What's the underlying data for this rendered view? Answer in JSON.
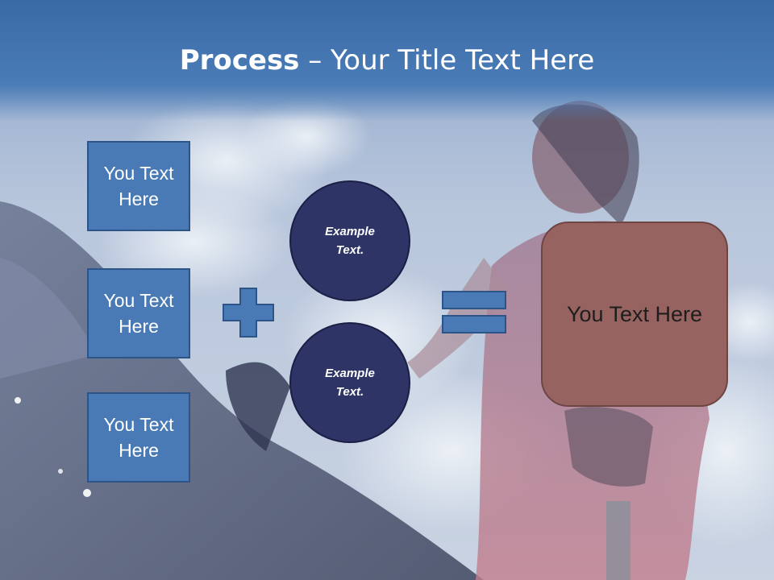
{
  "slide": {
    "title_bold": "Process",
    "title_rest": " – Your Title Text Here"
  },
  "left_boxes": [
    {
      "label": "You Text Here"
    },
    {
      "label": "You Text Here"
    },
    {
      "label": "You Text Here"
    }
  ],
  "circles": [
    {
      "label": "Example Text."
    },
    {
      "label": "Example Text."
    }
  ],
  "result_box": {
    "label": "You Text Here"
  },
  "operators": {
    "plus": "plus-icon",
    "equals": "equals-icon"
  },
  "colors": {
    "header": "#3a6aa6",
    "box_fill": "#4a7ab5",
    "circle_fill": "#2e3566",
    "result_fill": "#976360"
  }
}
